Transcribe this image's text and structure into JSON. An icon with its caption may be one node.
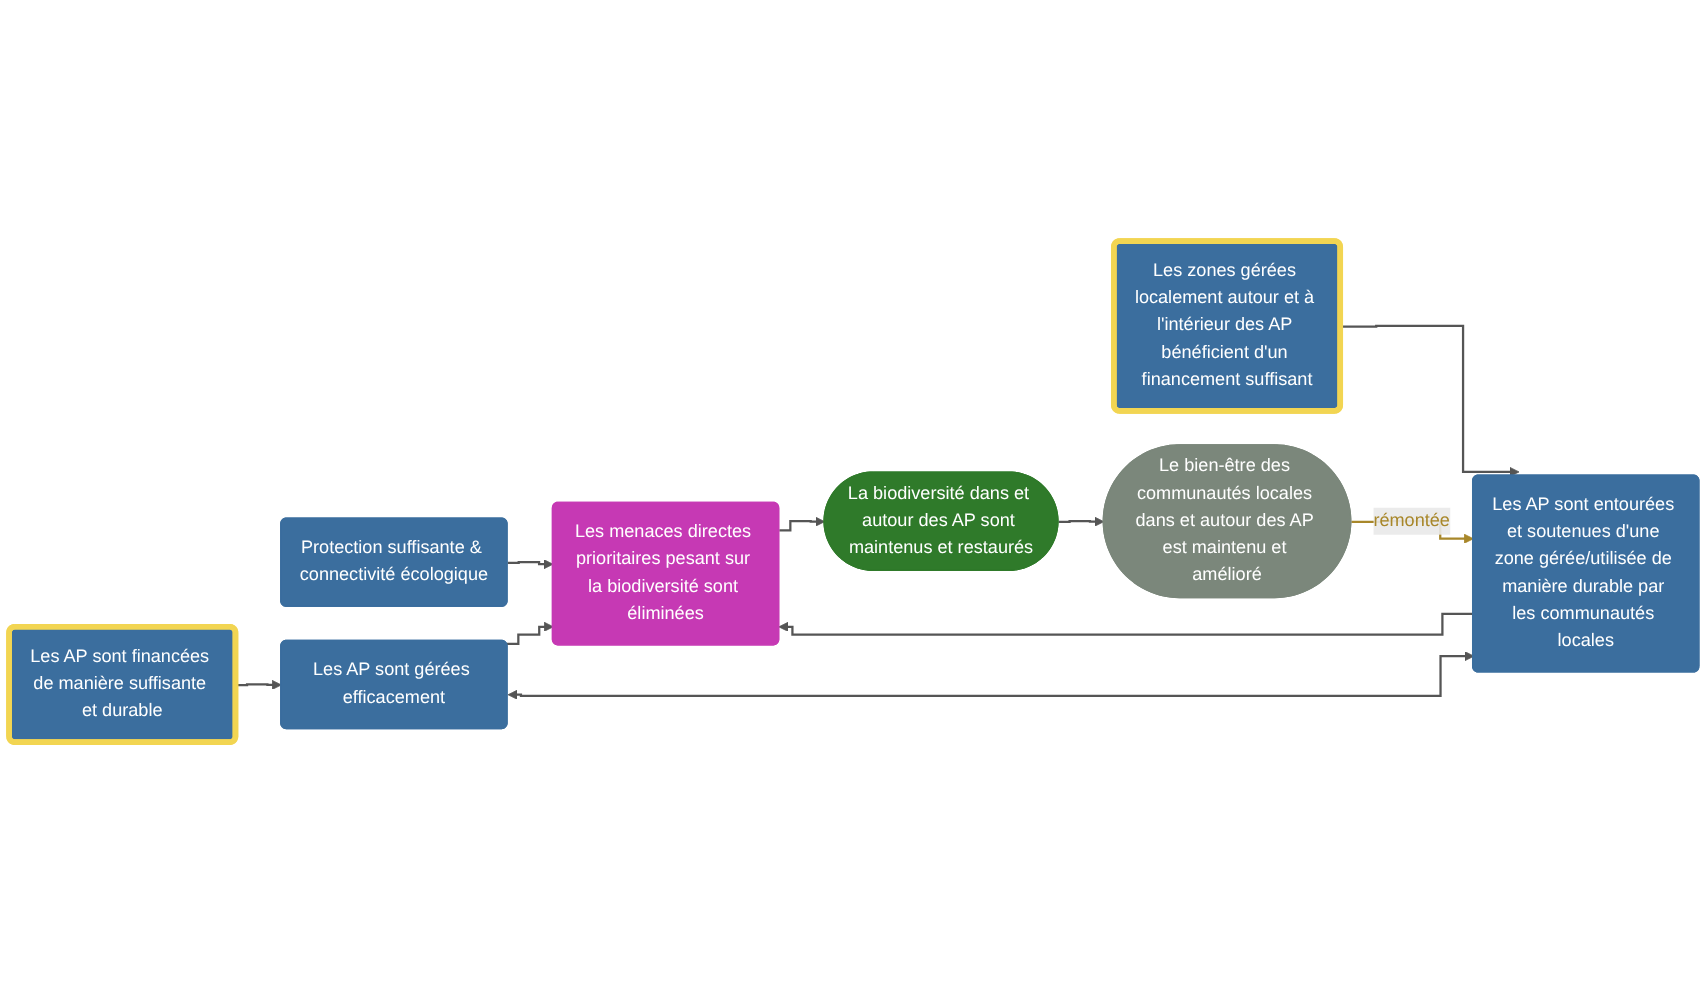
{
  "diagram": {
    "nodes": [
      {
        "text": [
          "Protection suffisante & connectivité écologique"
        ]
      },
      {
        "text": [
          "Les AP sont financées de manière suffisante et durable"
        ]
      },
      {
        "text": [
          "Les AP sont gérées efficacement"
        ]
      },
      {
        "text": [
          "Les menaces directes prioritaires pesant sur la biodiversité sont éliminées"
        ]
      },
      {
        "text": [
          "La biodiversité dans et autour des AP sont maintenus et restaurés"
        ]
      },
      {
        "text": [
          "Les zones gérées localement autour et à l'intérieur des AP bénéficient d'un financement suffisant"
        ]
      },
      {
        "text": [
          "Les AP sont entourées et soutenues d'une zone gérée/utilisée de manière durable par les communautés locales"
        ]
      },
      {
        "text": [
          "Le bien-être des communautés locales dans et autour des AP est maintenu et amélioré"
        ]
      }
    ],
    "edges": [
      {
        "from": 0,
        "to": 3,
        "arrow": "to"
      },
      {
        "from": 1,
        "to": 2,
        "arrow": "to"
      },
      {
        "from": 2,
        "to": 3,
        "arrow": "to"
      },
      {
        "from": 2,
        "to": 6,
        "arrow": "both"
      },
      {
        "from": 5,
        "to": 6,
        "arrow": "to"
      },
      {
        "from": 6,
        "to": 3,
        "arrow": "to"
      },
      {
        "from": 3,
        "to": 4,
        "arrow": "to"
      },
      {
        "from": 4,
        "to": 7,
        "arrow": "to"
      },
      {
        "from": 7,
        "to": 6,
        "arrow": "to",
        "label": "rémontée",
        "color": "#a8872a"
      }
    ]
  }
}
